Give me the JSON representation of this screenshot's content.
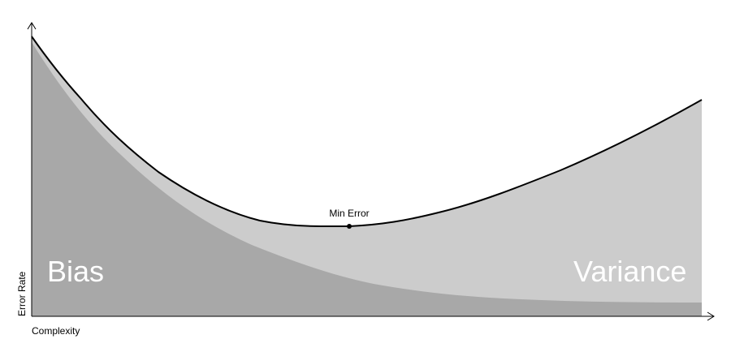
{
  "diagram": {
    "labels": {
      "bias": "Bias",
      "variance": "Variance",
      "min_error": "Min Error",
      "y_axis": "Error Rate",
      "x_axis": "Complexity"
    },
    "colors": {
      "bias_fill": "#a8a8a8",
      "variance_fill": "#cccccc",
      "total_curve": "#000000",
      "axis": "#000000",
      "label_on_fill": "#ffffff"
    }
  }
}
